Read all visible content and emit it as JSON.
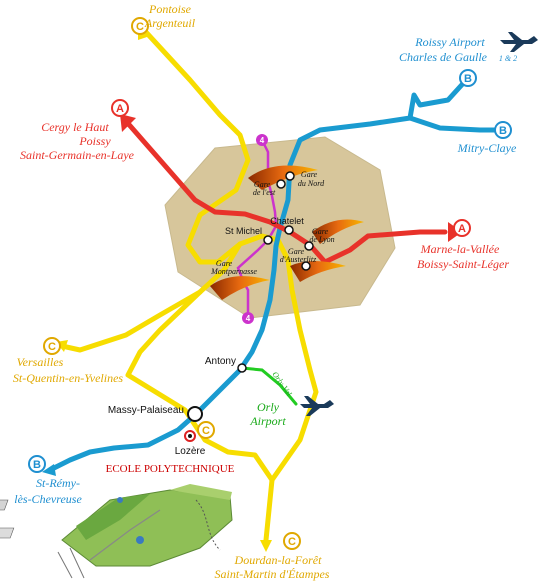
{
  "map": {
    "colors": {
      "rer_a": "#e8322a",
      "rer_b": "#1a9bd0",
      "rer_c": "#f7dd00",
      "metro_4": "#cc33cc",
      "orlyval": "#22cc22",
      "paris_area": "#d7c69b",
      "label_red": "#e8322a",
      "label_blue": "#1f8fd0",
      "label_yellow": "#e0a800",
      "label_green": "#1aaa1a"
    },
    "badges": {
      "a": "A",
      "b": "B",
      "c": "C",
      "metro": "4"
    },
    "labels": {
      "pontoise": [
        "Pontoise",
        "Argenteuil"
      ],
      "roissy": [
        "Roissy Airport",
        "Charles de Gaulle",
        "1 & 2"
      ],
      "cergy": [
        "Cergy le Haut",
        "Poissy",
        "Saint-Germain-en-Laye"
      ],
      "mitry": "Mitry-Claye",
      "marne": [
        "Marne-la-Vallée",
        "Boissy-Saint-Léger"
      ],
      "versailles": [
        "Versailles",
        "St-Quentin-en-Yvelines"
      ],
      "orly": [
        "Orly",
        "Airport"
      ],
      "orlyval": "Orly-Val",
      "st_remy": [
        "St-Rémy-",
        "lès-Chevreuse"
      ],
      "dourdan": [
        "Dourdan-la-Forêt",
        "Saint-Martin d'Étampes"
      ]
    },
    "stations": {
      "gare_est": [
        "Gare",
        "de l'est"
      ],
      "gare_nord": [
        "Gare",
        "du Nord"
      ],
      "chatelet": "Chatelet",
      "st_michel": "St Michel",
      "gare_lyon": [
        "Gare",
        "de Lyon"
      ],
      "gare_austerlitz": [
        "Gare",
        "d'Austerlitz"
      ],
      "gare_montparnasse": [
        "Gare",
        "Montparnasse"
      ],
      "antony": "Antony",
      "massy": "Massy-Palaiseau",
      "lozere": "Lozère"
    },
    "campus_label": "ECOLE POLYTECHNIQUE"
  }
}
